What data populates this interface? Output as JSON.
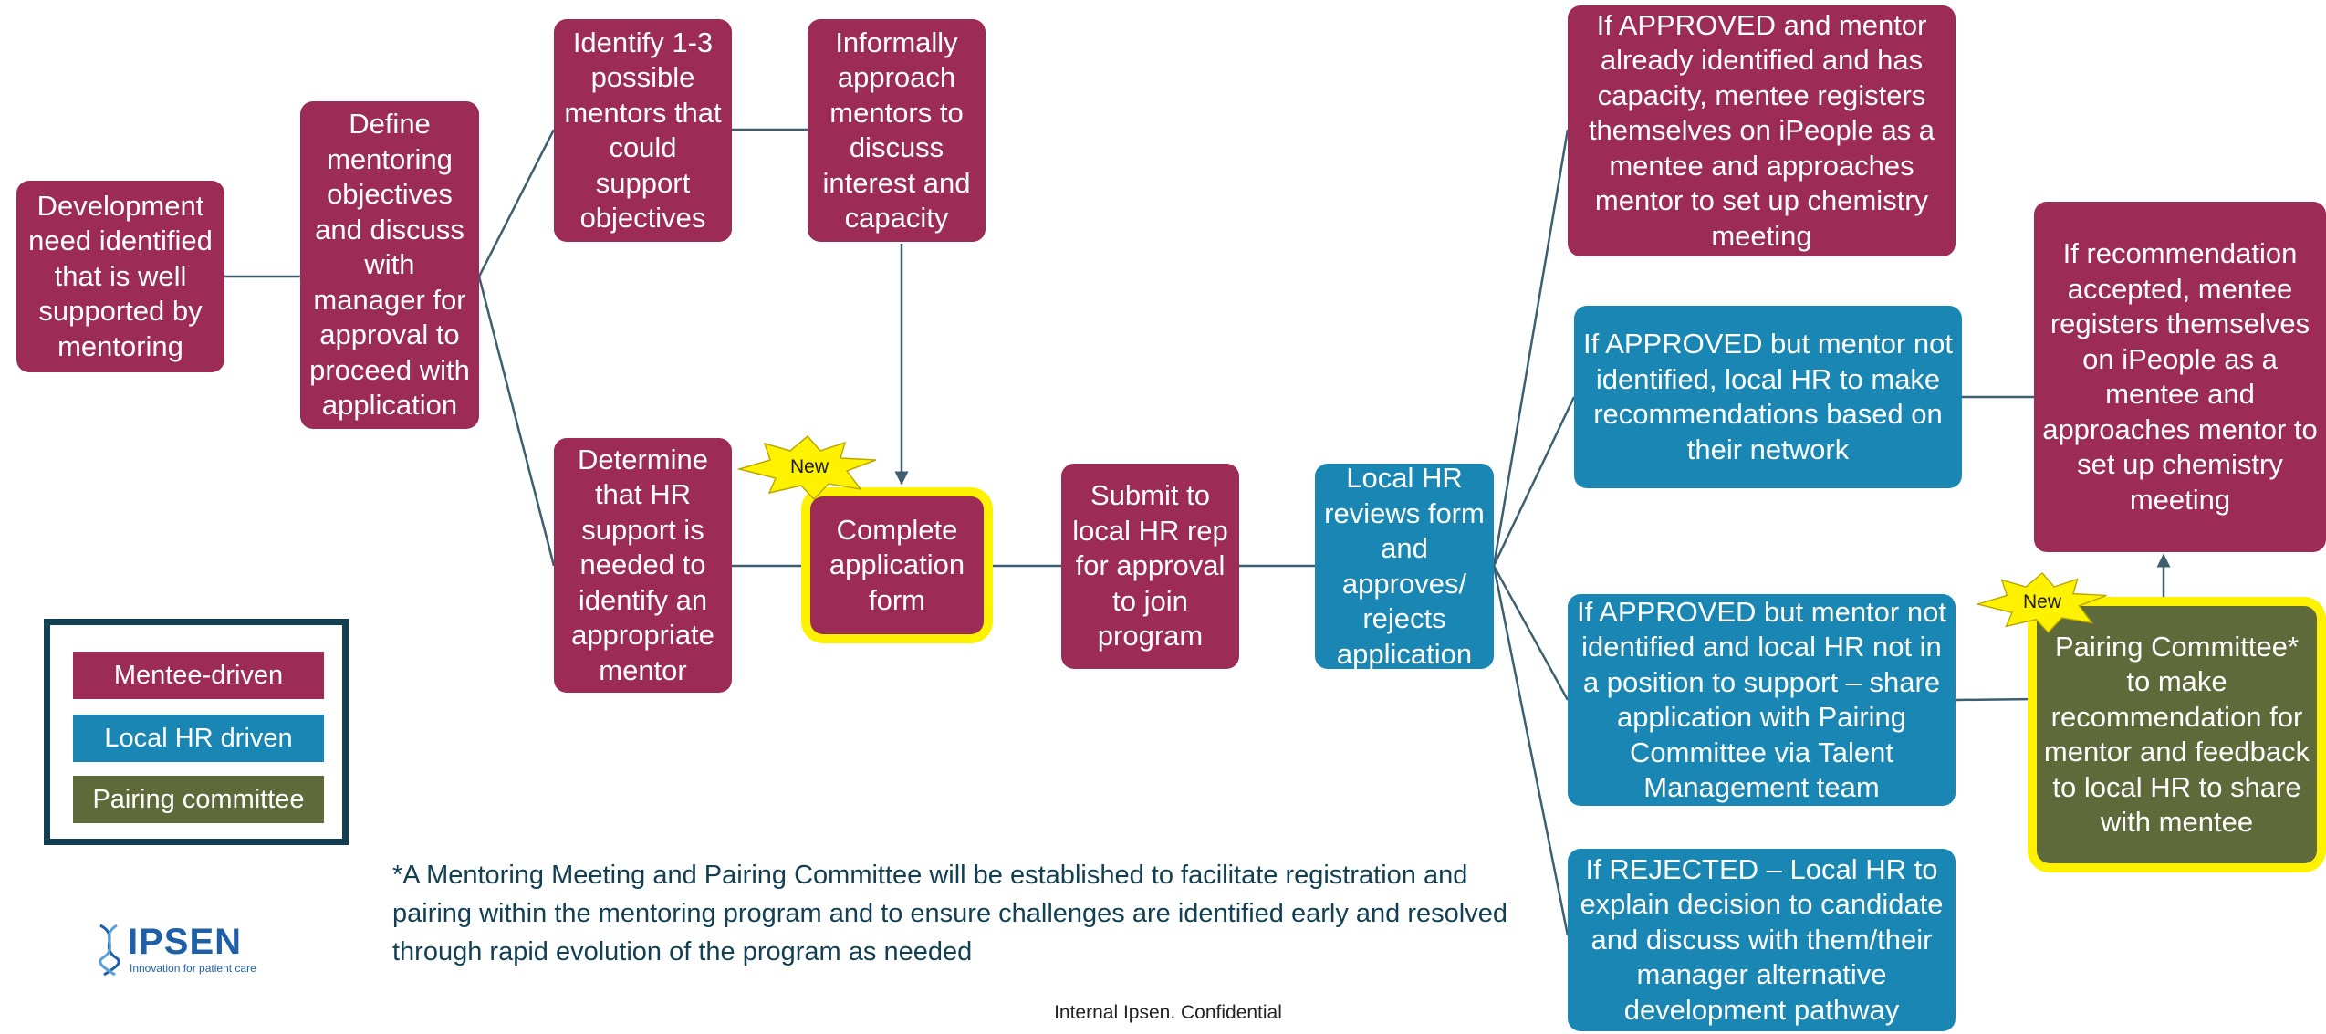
{
  "nodes": {
    "development_need": "Development need identified that is well supported by mentoring",
    "define_objectives": "Define mentoring objectives and discuss with manager for approval to proceed with application",
    "identify_mentors": "Identify 1-3 possible mentors that could support objectives",
    "approach_mentors": "Informally approach mentors to discuss interest and capacity",
    "determine_hr_support": "Determine that HR support is needed to identify an appropriate mentor",
    "complete_form": "Complete application form",
    "submit_hr": "Submit to local HR rep for approval to join program",
    "hr_reviews": "Local HR reviews form and approves/ rejects application",
    "approved_mentor_identified": "If APPROVED and mentor already identified and has capacity, mentee registers themselves on iPeople as a mentee and approaches mentor to set up chemistry meeting",
    "approved_hr_recommend": "If APPROVED but mentor not identified, local HR to make recommendations based on their network",
    "approved_share_committee": "If APPROVED but mentor not identified and local HR not in a position to support – share application with Pairing Committee via Talent Management team",
    "rejected": "If REJECTED – Local HR to explain decision to candidate and discuss with them/their manager alternative development pathway",
    "recommendation_accepted": "If recommendation accepted, mentee registers themselves on iPeople as a mentee and approaches mentor to set up chemistry meeting",
    "pairing_committee": "Pairing Committee* to make recommendation for mentor and feedback to local HR to share with mentee"
  },
  "badges": {
    "new_label": "New"
  },
  "legend": {
    "mentee_driven": "Mentee-driven",
    "local_hr_driven": "Local HR driven",
    "pairing_committee": "Pairing committee"
  },
  "footnote": "*A Mentoring Meeting and Pairing Committee will be established to facilitate registration and pairing within the mentoring program and to ensure challenges are identified early and resolved through rapid evolution of the program as needed",
  "confidential": "Internal Ipsen. Confidential",
  "logo": {
    "name": "IPSEN",
    "tagline": "Innovation for patient care"
  },
  "colors": {
    "mentee": "#9c2b55",
    "local_hr": "#1a86b3",
    "pairing_committee": "#5e6a3a",
    "highlight": "#fff200",
    "connector": "#3d5f70"
  }
}
